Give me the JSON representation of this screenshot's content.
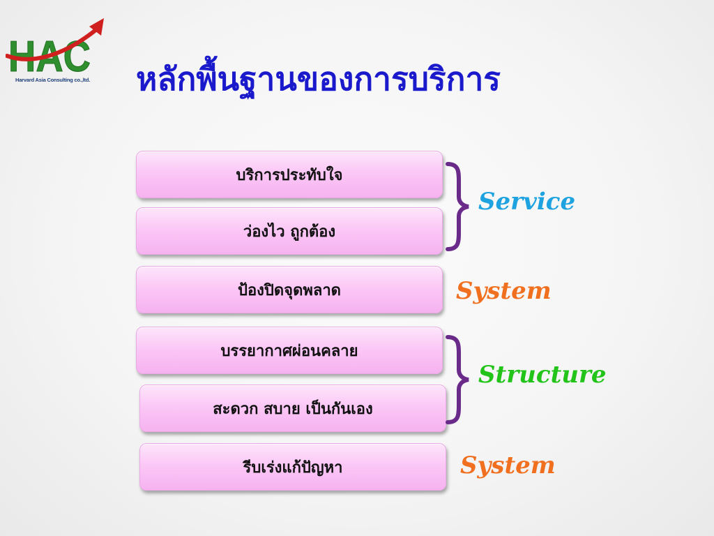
{
  "slide": {
    "title": "หลักพื้นฐานของการบริการ",
    "logo": {
      "text": "HAC",
      "caption": "Harvard Asia Consulting co.,ltd.",
      "colors": {
        "letters": "#2f8f2f",
        "arrow": "#d01f1f",
        "caption": "#1f3f7a"
      }
    },
    "items": [
      {
        "label": "บริการประทับใจ"
      },
      {
        "label": "ว่องไว  ถูกต้อง"
      },
      {
        "label": "ป้องปิดจุดพลาด"
      },
      {
        "label": "บรรยากาศผ่อนคลาย"
      },
      {
        "label": "สะดวก  สบาย  เป็นกันเอง"
      },
      {
        "label": "รีบเร่งแก้ปัญหา"
      }
    ],
    "categories": [
      {
        "label": "Service",
        "color": "#1fa3e0"
      },
      {
        "label": "System",
        "color": "#f07020"
      },
      {
        "label": "Structure",
        "color": "#22c41a"
      },
      {
        "label": "System",
        "color": "#f07020"
      }
    ],
    "colors": {
      "title": "#1a1acc",
      "box_fill": "#fbc8f6",
      "brace": "#6a2a8a"
    }
  }
}
